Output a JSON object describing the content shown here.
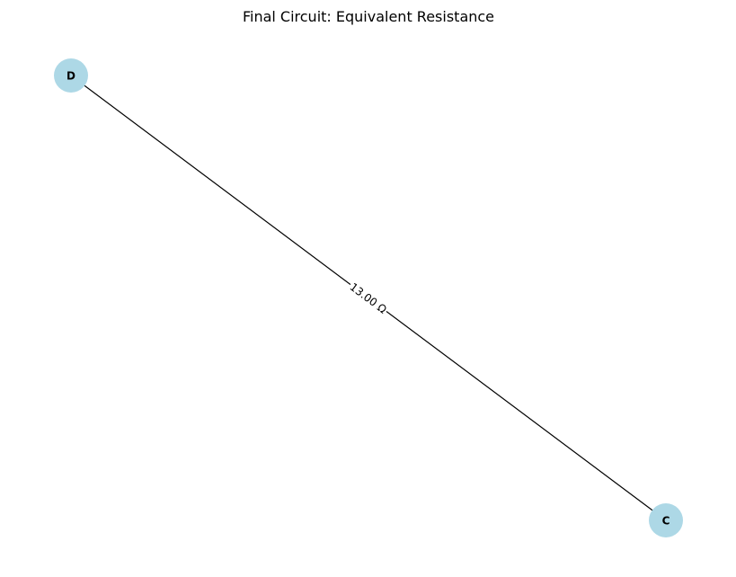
{
  "title": "Final Circuit: Equivalent Resistance",
  "colors": {
    "node_fill": "#add8e6",
    "edge": "#000000",
    "text": "#000000",
    "background": "#ffffff"
  },
  "nodes": [
    {
      "id": "D",
      "label": "D"
    },
    {
      "id": "C",
      "label": "C"
    }
  ],
  "edges": [
    {
      "from": "D",
      "to": "C",
      "label": "13.00 Ω"
    }
  ]
}
